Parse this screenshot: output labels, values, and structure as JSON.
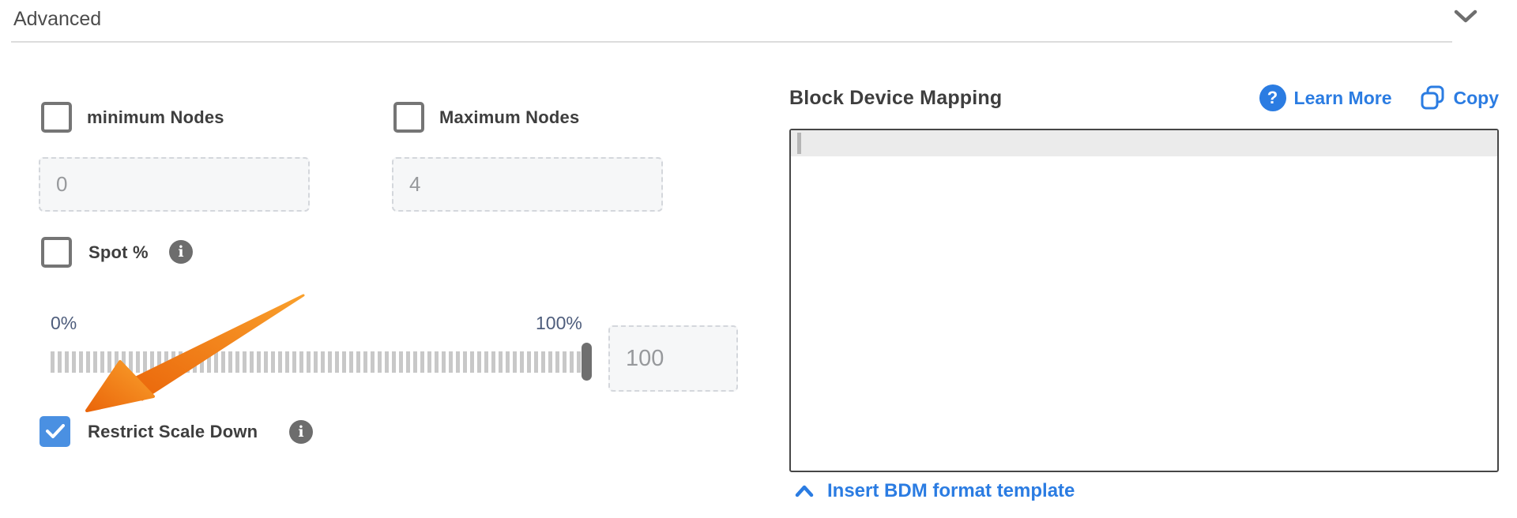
{
  "header": {
    "title": "Advanced"
  },
  "form": {
    "min_nodes": {
      "label": "minimum Nodes",
      "value": "0",
      "checked": false
    },
    "max_nodes": {
      "label": "Maximum Nodes",
      "value": "4",
      "checked": false
    },
    "spot": {
      "label": "Spot %",
      "checked": false
    },
    "slider": {
      "min_label": "0%",
      "max_label": "100%",
      "value": "100"
    },
    "restrict": {
      "label": "Restrict Scale Down",
      "checked": true
    }
  },
  "bdm": {
    "title": "Block Device Mapping",
    "learn_more_label": "Learn More",
    "copy_label": "Copy",
    "insert_template_label": "Insert BDM format template",
    "editor_value": ""
  },
  "icons": {
    "info_glyph": "i",
    "question_glyph": "?"
  },
  "colors": {
    "link_blue": "#2b7ce2",
    "checkbox_blue": "#4a90e2",
    "arrow_orange": "#f07d1d",
    "tick_gray": "#c8c8c8"
  }
}
